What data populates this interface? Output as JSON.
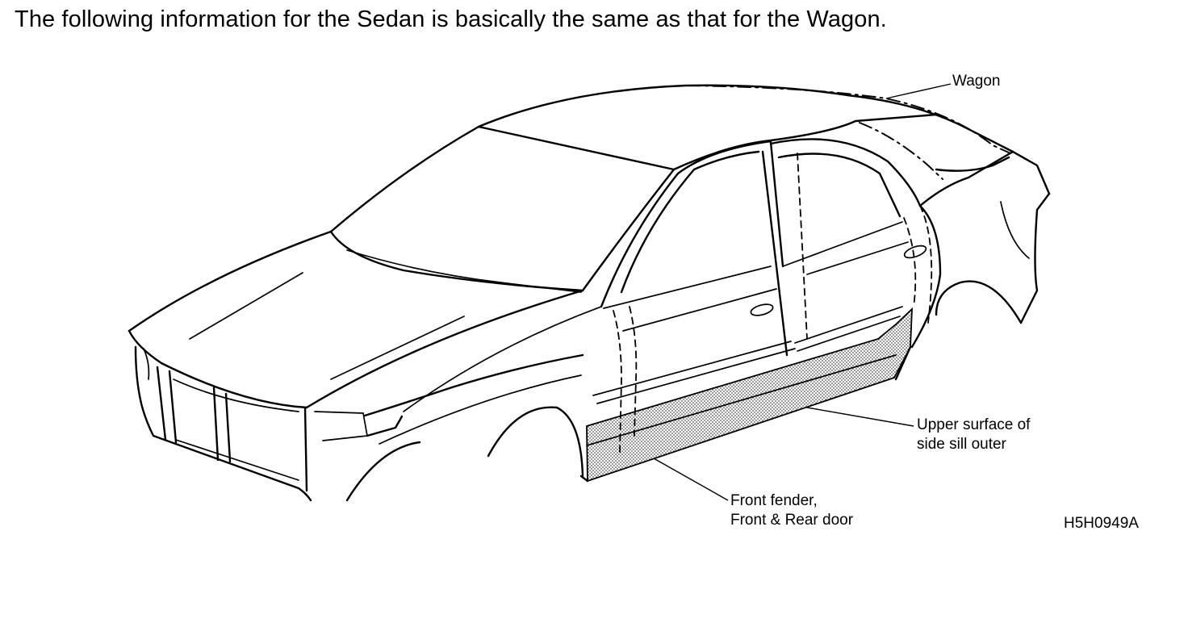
{
  "title": "The following information for the Sedan is basically the same as that for the Wagon.",
  "callouts": {
    "wagon": "Wagon",
    "upper_sill_line1": "Upper surface of",
    "upper_sill_line2": "side sill outer",
    "fender_line1": "Front fender,",
    "fender_line2": "Front & Rear door"
  },
  "figure_code": "H5H0949A",
  "colors": {
    "line": "#000000",
    "background": "#ffffff",
    "hatch": "#9a9a9a"
  }
}
